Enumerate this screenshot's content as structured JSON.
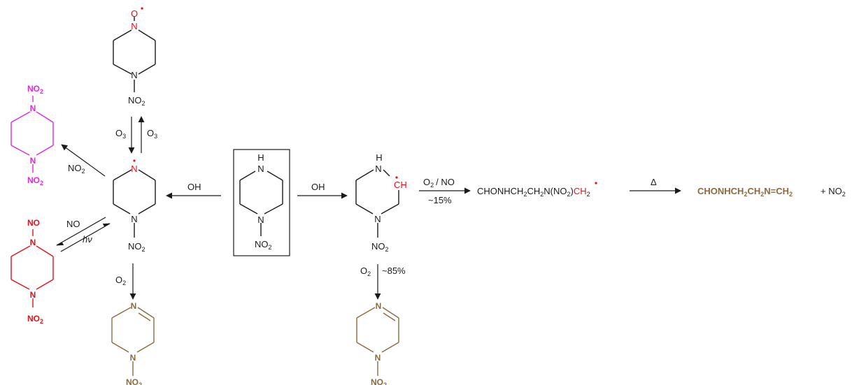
{
  "colors": {
    "black": "#1a1a1a",
    "radical_red": "#e8101a",
    "dinitro_magenta": "#e526e0",
    "nitroso_red": "#e8101a",
    "imine_brown": "#8e6a3a"
  },
  "atoms": {
    "N": "N",
    "H": "H",
    "O": "O",
    "CH": "CH",
    "NO": "NO",
    "NO2_main": "NO",
    "NO2_sub": "2",
    "O2_main": "O",
    "O2_sub": "2",
    "O3_main": "O",
    "O3_sub": "3"
  },
  "reagents": {
    "OH": "OH",
    "NO": "NO",
    "hv": "hν",
    "O2_NO": "/ NO",
    "pct15": "~15%",
    "pct85": "~85%",
    "delta": "Δ"
  },
  "products": {
    "cho_radical_prefix": "CHONHCH",
    "cho_radical_mid": "CH",
    "cho_radical_n": "N(NO",
    "cho_radical_close": ")",
    "cho_radical_ch": "CH",
    "cho_radical_sub2": "2",
    "imine_prefix": "CHONHCH",
    "imine_mid": "CH",
    "imine_end": "N=CH",
    "imine_sub2": "2",
    "plus_no2_main": "+ NO",
    "plus_no2_sub": "2"
  }
}
